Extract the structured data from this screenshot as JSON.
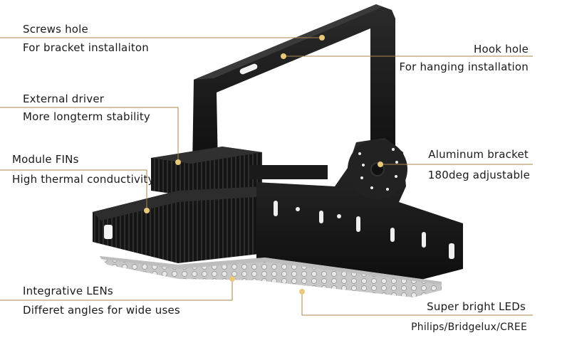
{
  "callouts": {
    "screws_hole": {
      "title": "Screws hole",
      "desc": "For bracket installaiton"
    },
    "hook_hole": {
      "title": "Hook hole",
      "desc": "For hanging installation"
    },
    "external_driver": {
      "title": "External driver",
      "desc": "More longterm stability"
    },
    "module_fins": {
      "title": "Module FINs",
      "desc": "High thermal conductivity"
    },
    "aluminum_bracket": {
      "title": "Aluminum bracket",
      "desc": "180deg adjustable"
    },
    "integrative_lens": {
      "title": "Integrative LENs",
      "desc": "Differet angles for wide uses"
    },
    "super_bright_leds": {
      "title": "Super bright LEDs",
      "desc": "Philips/Bridgelux/CREE"
    }
  },
  "colors": {
    "leader_line": "#a8864a",
    "marker": "#e8c87a",
    "product_body": "#1c1c1c",
    "text": "#1a1a1a"
  }
}
